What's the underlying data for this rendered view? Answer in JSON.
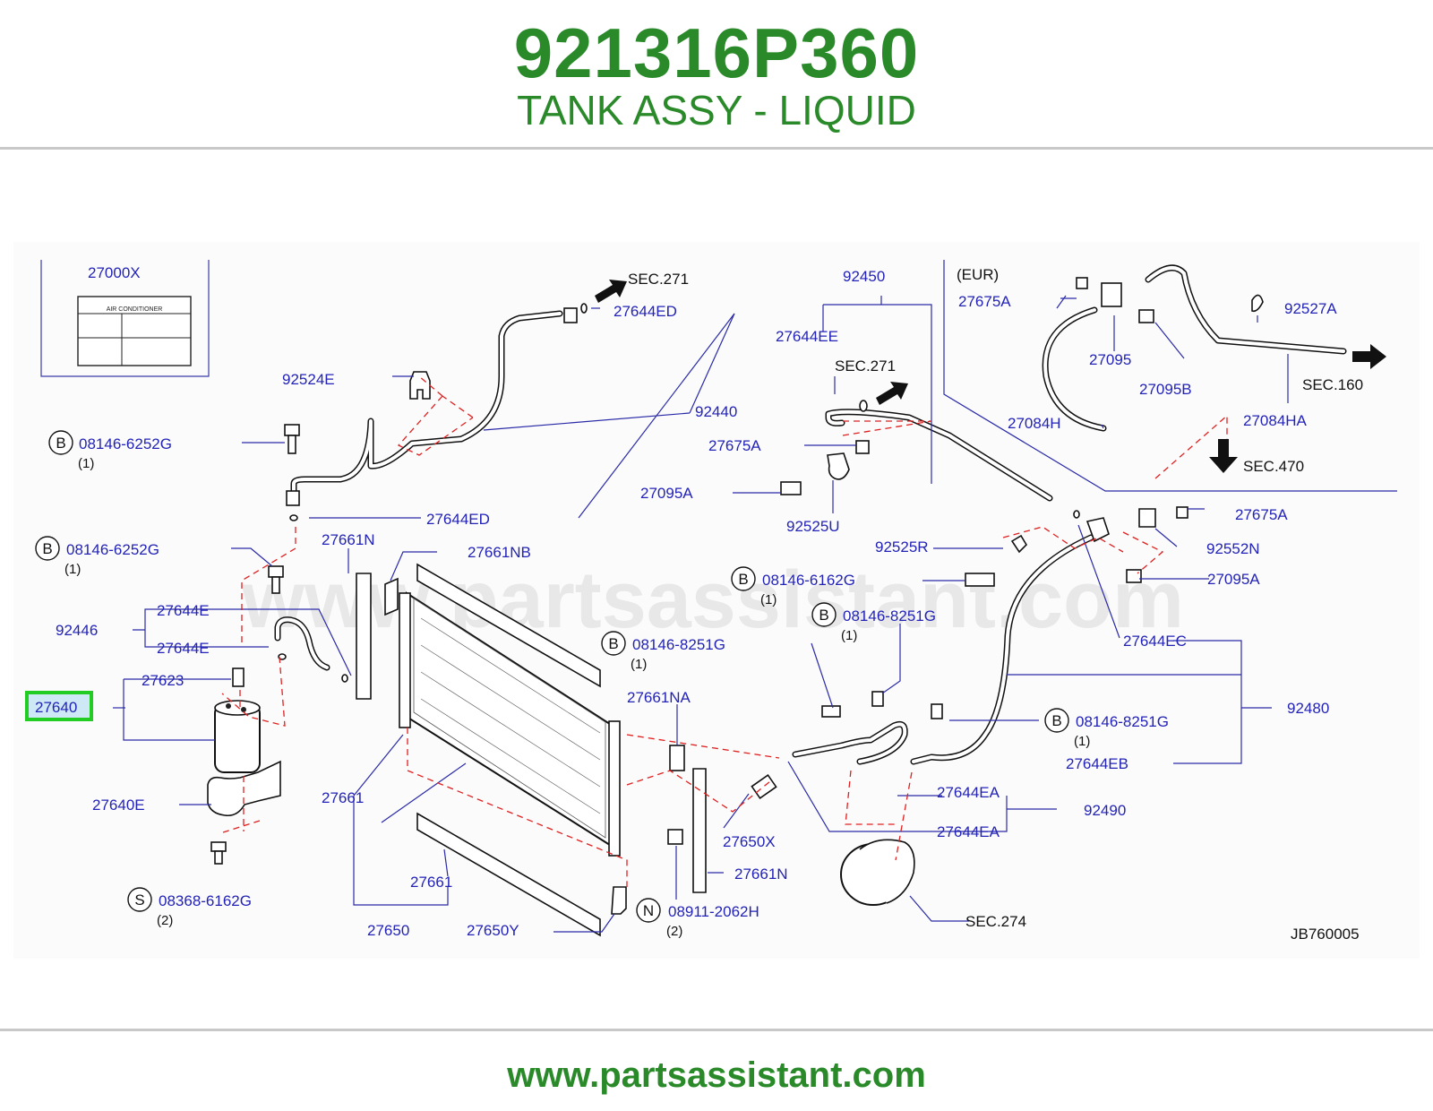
{
  "header": {
    "part_number": "921316P360",
    "part_name": "TANK ASSY - LIQUID"
  },
  "footer": {
    "url": "www.partsassistant.com"
  },
  "watermark": "www.partsassistant.com",
  "diagram_code": "JB760005",
  "highlight_color": "#22cc22",
  "brand_color": "#2a8a2a",
  "label_plate": {
    "code": "27000X",
    "text": "AIR    CONDITIONER"
  },
  "sections": {
    "sec271_a": "SEC.271",
    "sec271_b": "SEC.271",
    "sec160": "SEC.160",
    "sec470": "SEC.470",
    "sec274": "SEC.274",
    "eur": "(EUR)"
  },
  "bolts": [
    {
      "letter": "B",
      "code": "08146-6252G",
      "qty": "(1)"
    },
    {
      "letter": "B",
      "code": "08146-6252G",
      "qty": "(1)"
    },
    {
      "letter": "B",
      "code": "08146-6162G",
      "qty": "(1)"
    },
    {
      "letter": "B",
      "code": "08146-8251G",
      "qty": "(1)"
    },
    {
      "letter": "B",
      "code": "08146-8251G",
      "qty": "(1)"
    },
    {
      "letter": "B",
      "code": "08146-8251G",
      "qty": "(1)"
    },
    {
      "letter": "S",
      "code": "08368-6162G",
      "qty": "(2)"
    },
    {
      "letter": "N",
      "code": "08911-2062H",
      "qty": "(2)"
    }
  ],
  "parts": {
    "p27644ED_a": "27644ED",
    "p92524E": "92524E",
    "p92440": "92440",
    "p27644ED_b": "27644ED",
    "p27661N_a": "27661N",
    "p27661NB": "27661NB",
    "p27644E_a": "27644E",
    "p92446": "92446",
    "p27644E_b": "27644E",
    "p27623": "27623",
    "p27640": "27640",
    "p27640E": "27640E",
    "p27661_a": "27661",
    "p27661NA": "27661NA",
    "p27650X": "27650X",
    "p27661N_b": "27661N",
    "p27661_b": "27661",
    "p27650": "27650",
    "p27650Y": "27650Y",
    "p92450": "92450",
    "p27644EE": "27644EE",
    "p27675A_a": "27675A",
    "p27095A_a": "27095A",
    "p92525U": "92525U",
    "p92525R": "92525R",
    "p27675A_b": "27675A",
    "p27095": "27095",
    "p27095B": "27095B",
    "p92527A": "92527A",
    "p27084H": "27084H",
    "p27084HA": "27084HA",
    "p27675A_c": "27675A",
    "p92552N": "92552N",
    "p27095A_b": "27095A",
    "p27644EC": "27644EC",
    "p92480": "92480",
    "p27644EB": "27644EB",
    "p27644EA_a": "27644EA",
    "p92490": "92490",
    "p27644EA_b": "27644EA"
  }
}
